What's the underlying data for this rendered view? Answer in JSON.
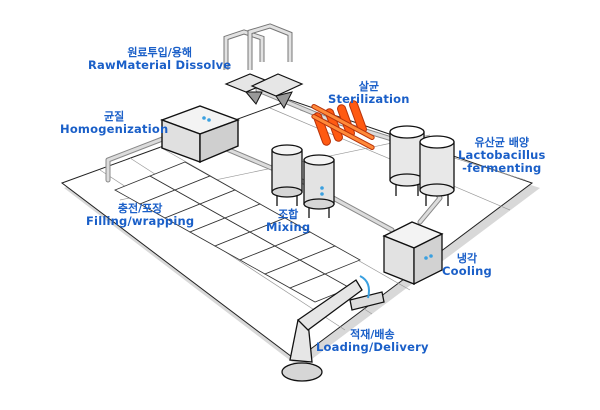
{
  "title": "Fermented dairy production line",
  "colors": {
    "label": "#1a5fc8",
    "outline": "#111111",
    "floor": "#ffffff",
    "floor_shadow": "#d6d6d6",
    "pipe": "#c9c9c9",
    "heater": "#ff5a12",
    "indicator": "#3aa0e0"
  },
  "stages": [
    {
      "id": "rawmaterial",
      "ko": "원료투입/용해",
      "en": "RawMaterial Dissolve"
    },
    {
      "id": "sterilization",
      "ko": "살균",
      "en": "Sterilization"
    },
    {
      "id": "homogenization",
      "ko": "균질",
      "en": "Homogenization"
    },
    {
      "id": "fermenting",
      "ko": "유산균 배양",
      "en": "Lactobacillus",
      "en2": "-fermenting"
    },
    {
      "id": "filling",
      "ko": "충전/포장",
      "en": "Filling/wrapping"
    },
    {
      "id": "mixing",
      "ko": "조합",
      "en": "Mixing"
    },
    {
      "id": "cooling",
      "ko": "냉각",
      "en": "Cooling"
    },
    {
      "id": "loading",
      "ko": "적재/배송",
      "en": "Loading/Delivery"
    }
  ]
}
